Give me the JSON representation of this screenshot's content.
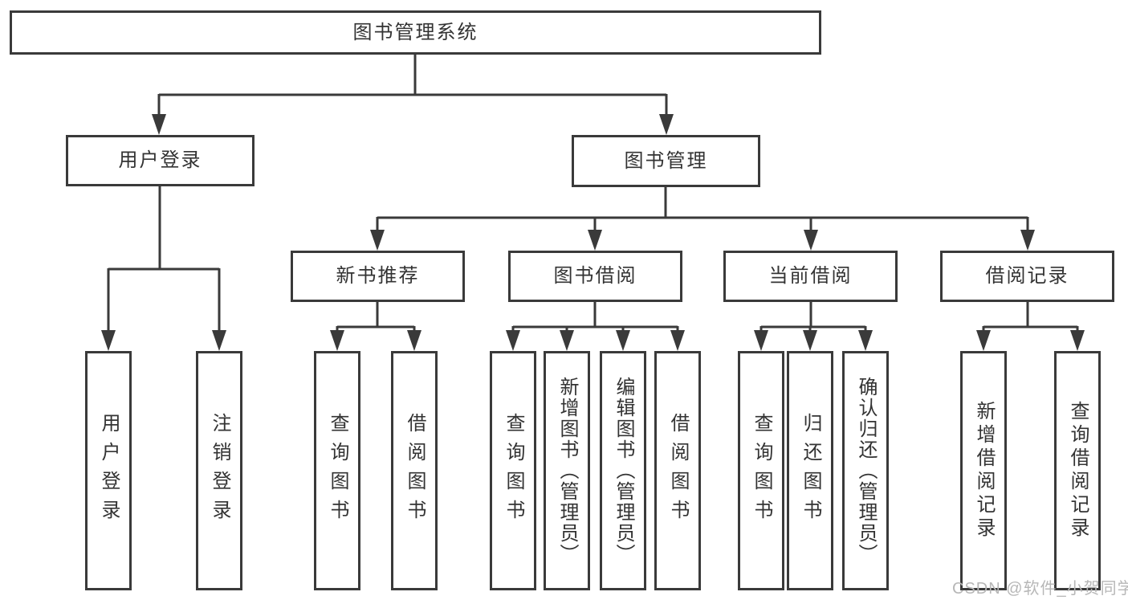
{
  "diagram_type": "functional-hierarchy-tree",
  "colors": {
    "line": "#3a3a3a",
    "border": "#3a3a3a",
    "text": "#333333",
    "background": "#ffffff",
    "watermark": "#b7b7b7"
  },
  "watermark": "CSDN @软件_小贺同学",
  "nodes": {
    "root": {
      "label": "图书管理系统",
      "children": [
        "user_login",
        "book_management"
      ]
    },
    "user_login": {
      "label": "用户登录",
      "children": [
        "leaf_user_login",
        "leaf_logout"
      ]
    },
    "book_management": {
      "label": "图书管理",
      "children": [
        "new_book_recommend",
        "book_borrow",
        "current_borrow",
        "borrow_records"
      ]
    },
    "new_book_recommend": {
      "label": "新书推荐",
      "children": [
        "leaf_query_book_1",
        "leaf_borrow_book_1"
      ]
    },
    "book_borrow": {
      "label": "图书借阅",
      "children": [
        "leaf_query_book_2",
        "leaf_add_book",
        "leaf_edit_book",
        "leaf_borrow_book_2"
      ]
    },
    "current_borrow": {
      "label": "当前借阅",
      "children": [
        "leaf_query_book_3",
        "leaf_return_book",
        "leaf_confirm_return"
      ]
    },
    "borrow_records": {
      "label": "借阅记录",
      "children": [
        "leaf_add_record",
        "leaf_query_record"
      ]
    },
    "leaf_user_login": {
      "label": "用户登录"
    },
    "leaf_logout": {
      "label": "注销登录"
    },
    "leaf_query_book_1": {
      "label": "查询图书"
    },
    "leaf_borrow_book_1": {
      "label": "借阅图书"
    },
    "leaf_query_book_2": {
      "label": "查询图书"
    },
    "leaf_add_book": {
      "label": "新增图书（管理员）"
    },
    "leaf_edit_book": {
      "label": "编辑图书（管理员）"
    },
    "leaf_borrow_book_2": {
      "label": "借阅图书"
    },
    "leaf_query_book_3": {
      "label": "查询图书"
    },
    "leaf_return_book": {
      "label": "归还图书"
    },
    "leaf_confirm_return": {
      "label": "确认归还（管理员）"
    },
    "leaf_add_record": {
      "label": "新增借阅记录"
    },
    "leaf_query_record": {
      "label": "查询借阅记录"
    }
  }
}
